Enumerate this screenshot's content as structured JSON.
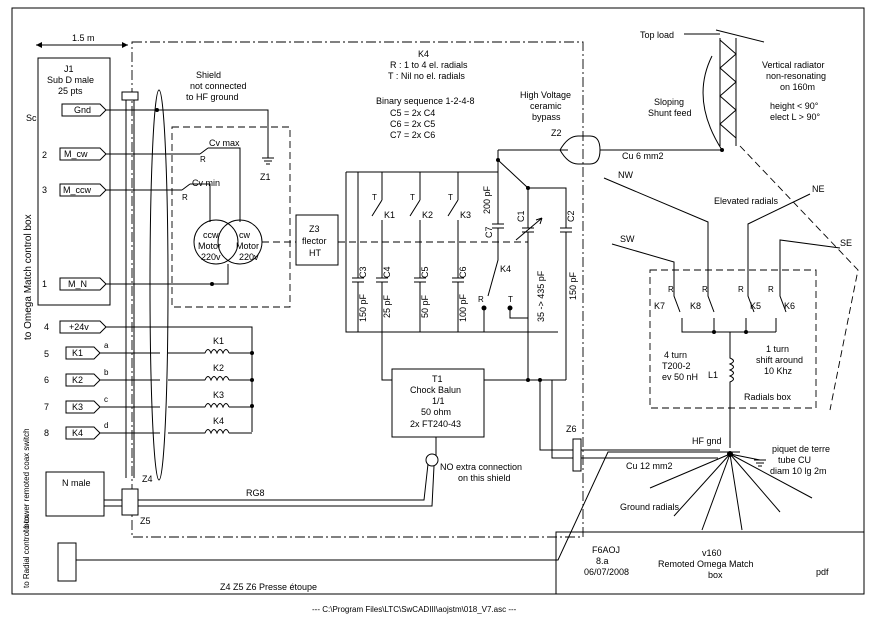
{
  "labels": {
    "dim_1_5m": "1.5 m",
    "j1_a": "J1",
    "j1_b": "Sub D male",
    "j1_c": "25 pts",
    "sc": "Sc",
    "pin_gnd": "Gnd",
    "pin2_num": "2",
    "pin2_name": "M_cw",
    "pin3_num": "3",
    "pin3_name": "M_ccw",
    "pin1_num": "1",
    "pin1_name": "M_N",
    "pin4_num": "4",
    "pin4_name": "+24v",
    "pin5_num": "5",
    "pin5_name": "K1",
    "pin6_num": "6",
    "pin6_name": "K2",
    "pin7_num": "7",
    "pin7_name": "K3",
    "pin8_num": "8",
    "pin8_name": "K4",
    "line_a": "a",
    "line_b": "b",
    "line_c": "c",
    "line_d": "d",
    "coil_k1": "K1",
    "coil_k2": "K2",
    "coil_k3": "K3",
    "coil_k4": "K4",
    "left_vertical": "to Omega Match control box",
    "shield_a": "Shield",
    "shield_b": "not connected",
    "shield_c": "to HF ground",
    "cv_max": "Cv max",
    "cv_min": "Cv min",
    "r_label": "R",
    "z1": "Z1",
    "motor_ccw_a": "ccw",
    "motor_ccw_b": "Motor",
    "motor_ccw_c": "220v",
    "motor_cw_a": "cw",
    "motor_cw_b": "Motor",
    "motor_cw_c": "220v",
    "z3_a": "Z3",
    "z3_b": "flector",
    "z3_c": "HT",
    "k4_title": "K4",
    "k4_r": "R : 1 to 4 el. radials",
    "k4_t": "T : Nil  no el. radials",
    "binary": "Binary sequence 1-2-4-8",
    "c5": "C5 = 2x C4",
    "c6": "C6 = 2x C5",
    "c7": "C7 = 2x C6",
    "hv_a": "High Voltage",
    "hv_b": "ceramic",
    "hv_c": "bypass",
    "z2": "Z2",
    "cu6": "Cu 6 mm2",
    "top_load": "Top load",
    "vert_a": "Vertical radiator",
    "vert_b": "non-resonating",
    "vert_c": "on 160m",
    "vert_d": "height < 90°",
    "vert_e": "elect L > 90°",
    "slope_a": "Sloping",
    "slope_b": "Shunt feed",
    "t_label": "T",
    "k1": "K1",
    "k2": "K2",
    "k3": "K3",
    "k4": "K4",
    "c3": "C3",
    "c4": "C4",
    "c5n": "C5",
    "c6n": "C6",
    "c7n": "C7",
    "c1": "C1",
    "c2": "C2",
    "v150pf_a": "150 pF",
    "v25pf": "25 pF",
    "v50pf": "50 pF",
    "v100pf": "100 pF",
    "v200pf": "200 pF",
    "v35_435": "35 -> 435 pF",
    "v150pf_b": "150 pF",
    "nw": "NW",
    "ne": "NE",
    "sw": "SW",
    "se": "SE",
    "elevated": "Elevated radials",
    "k5": "K5",
    "k6": "K6",
    "k7": "K7",
    "k8": "K8",
    "l1": "L1",
    "l4turn_a": "4 turn",
    "l4turn_b": "T200-2",
    "l4turn_c": "ev 50 nH",
    "shift_a": "1 turn",
    "shift_b": "shift around",
    "shift_c": "10 Khz",
    "radials_box": "Radials box",
    "t1_a": "T1",
    "t1_b": "Chock Balun",
    "t1_c": "1/1",
    "t1_d": "50 ohm",
    "t1_e": "2x FT240-43",
    "no_extra_a": "NO extra connection",
    "no_extra_b": "on this shield",
    "z6": "Z6",
    "cu12": "Cu 12 mm2",
    "hf_gnd": "HF gnd",
    "piquet_a": "piquet de terre",
    "piquet_b": "tube CU",
    "piquet_c": "diam 10 lg 2m",
    "ground_radials": "Ground radials",
    "z4": "Z4",
    "z5": "Z5",
    "rg8": "RG8",
    "n_male": "N male",
    "tower_v": "to tower remoted coax switch",
    "radial_v": "to Radial control box",
    "presse": "Z4 Z5 Z6  Presse étoupe",
    "author": "F6AOJ",
    "rev": "8.a",
    "date": "06/07/2008",
    "ver": "v160",
    "title_a": "Remoted Omega Match",
    "title_b": "box",
    "pdf": "pdf",
    "footer": "--- C:\\Program Files\\LTC\\SwCADIII\\aojstm\\018_V7.asc ---"
  }
}
